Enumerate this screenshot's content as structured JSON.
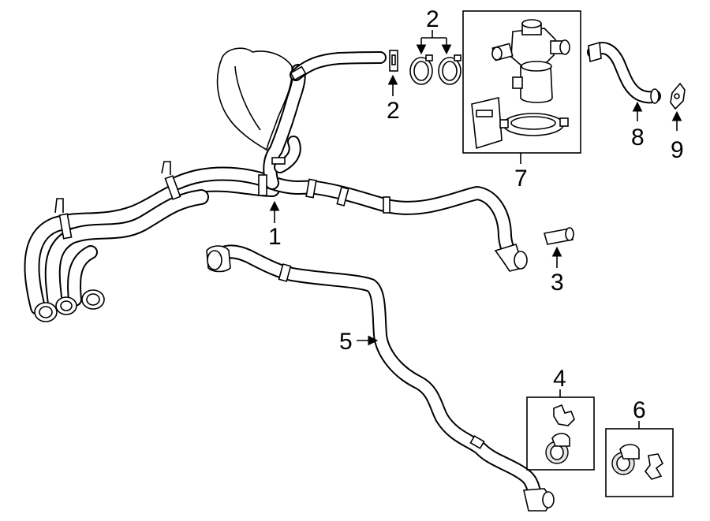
{
  "callouts": {
    "c1": "1",
    "c2_top": "2",
    "c2_bottom": "2",
    "c3": "3",
    "c4": "4",
    "c5": "5",
    "c6": "6",
    "c7": "7",
    "c8": "8",
    "c9": "9"
  },
  "colors": {
    "stroke": "#000000",
    "background": "#ffffff",
    "fill_shade": "#e6e6e6"
  }
}
